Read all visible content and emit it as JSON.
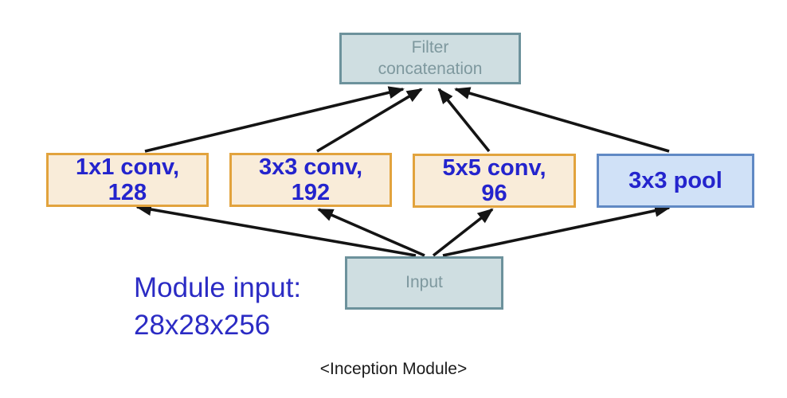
{
  "diagram": {
    "caption": "<Inception Module>",
    "module_input": {
      "line1": "Module input:",
      "line2": "28x28x256"
    },
    "nodes": {
      "filter_concat": {
        "label": "Filter\nconcatenation"
      },
      "conv1": {
        "label": "1x1 conv,\n128"
      },
      "conv3": {
        "label": "3x3 conv,\n192"
      },
      "conv5": {
        "label": "5x5 conv,\n96"
      },
      "pool": {
        "label": "3x3 pool"
      },
      "input": {
        "label": "Input"
      }
    },
    "colors": {
      "conv_fill": "#f9ecd9",
      "conv_border": "#e2a33d",
      "pool_fill": "#d0e1f7",
      "pool_border": "#6089c4",
      "gray_fill": "#cfdee1",
      "gray_border": "#6d929c",
      "gray_text": "#7e989e",
      "blue_text": "#2424cd",
      "arrow": "#141414"
    }
  }
}
